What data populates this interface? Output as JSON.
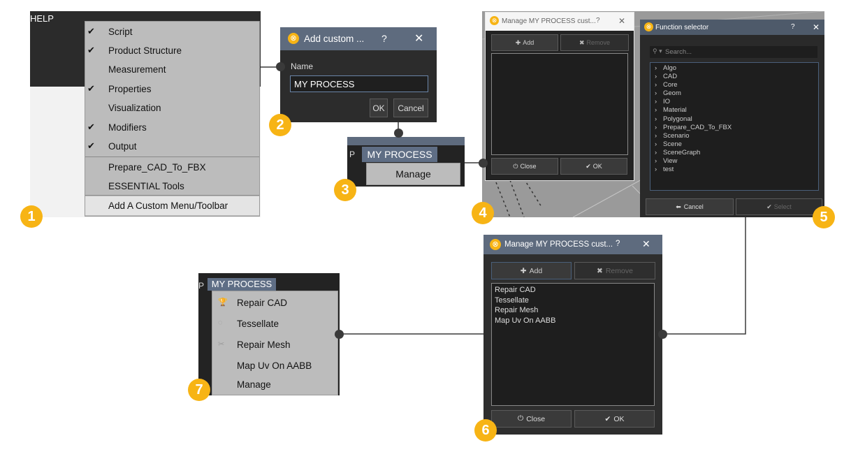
{
  "steps": [
    "1",
    "2",
    "3",
    "4",
    "5",
    "6",
    "7"
  ],
  "icons": {
    "logo": "pixyz-logo-icon",
    "check": "✔",
    "plus": "✚",
    "cross": "✖",
    "power": "⏻",
    "arrow_left": "🡐",
    "search": "🔍"
  },
  "colors": {
    "badge": "#f7b415",
    "title_bar": "#5e6b7e",
    "menu_bg": "#bcbcbc",
    "dark_bg": "#2b2b2b",
    "field_border": "#6a85a8"
  },
  "panel1": {
    "menu_label": "HELP",
    "items": [
      {
        "label": "Script",
        "checked": "✔"
      },
      {
        "label": "Product Structure",
        "checked": "✔"
      },
      {
        "label": "Measurement",
        "checked": ""
      },
      {
        "label": "Properties",
        "checked": "✔"
      },
      {
        "label": "Visualization",
        "checked": ""
      },
      {
        "label": "Modifiers",
        "checked": "✔"
      },
      {
        "label": "Output",
        "checked": "✔"
      }
    ],
    "custom_items": [
      "Prepare_CAD_To_FBX",
      "ESSENTIAL Tools"
    ],
    "add_custom": "Add A Custom Menu/Toolbar"
  },
  "dialog2": {
    "title": "Add custom ...",
    "help": "?",
    "close": "✕",
    "name_label": "Name",
    "name_value": "MY PROCESS",
    "ok": "OK",
    "cancel": "Cancel"
  },
  "panel3": {
    "menu": "MY PROCESS",
    "manage": "Manage",
    "edge_char": "P"
  },
  "dialog4": {
    "title": "Manage MY PROCESS cust...",
    "help": "?",
    "close": "✕",
    "add": "Add",
    "remove": "Remove",
    "close_btn": "Close",
    "ok": "OK"
  },
  "dialog5": {
    "title": "Function selector",
    "help": "?",
    "close": "✕",
    "search_placeholder": "Search...",
    "tree": [
      "Algo",
      "CAD",
      "Core",
      "Geom",
      "IO",
      "Material",
      "Polygonal",
      "Prepare_CAD_To_FBX",
      "Scenario",
      "Scene",
      "SceneGraph",
      "View",
      "test"
    ],
    "cancel": "Cancel",
    "select": "Select"
  },
  "dialog6": {
    "title": "Manage MY PROCESS cust...",
    "help": "?",
    "close": "✕",
    "add": "Add",
    "remove": "Remove",
    "items": [
      "Repair CAD",
      "Tessellate",
      "Repair Mesh",
      "Map Uv On AABB"
    ],
    "close_btn": "Close",
    "ok": "OK"
  },
  "panel7": {
    "menu": "MY PROCESS",
    "edge_char": "P",
    "items": [
      "Repair CAD",
      "Tessellate",
      "Repair Mesh",
      "Map Uv On AABB",
      "Manage"
    ]
  }
}
